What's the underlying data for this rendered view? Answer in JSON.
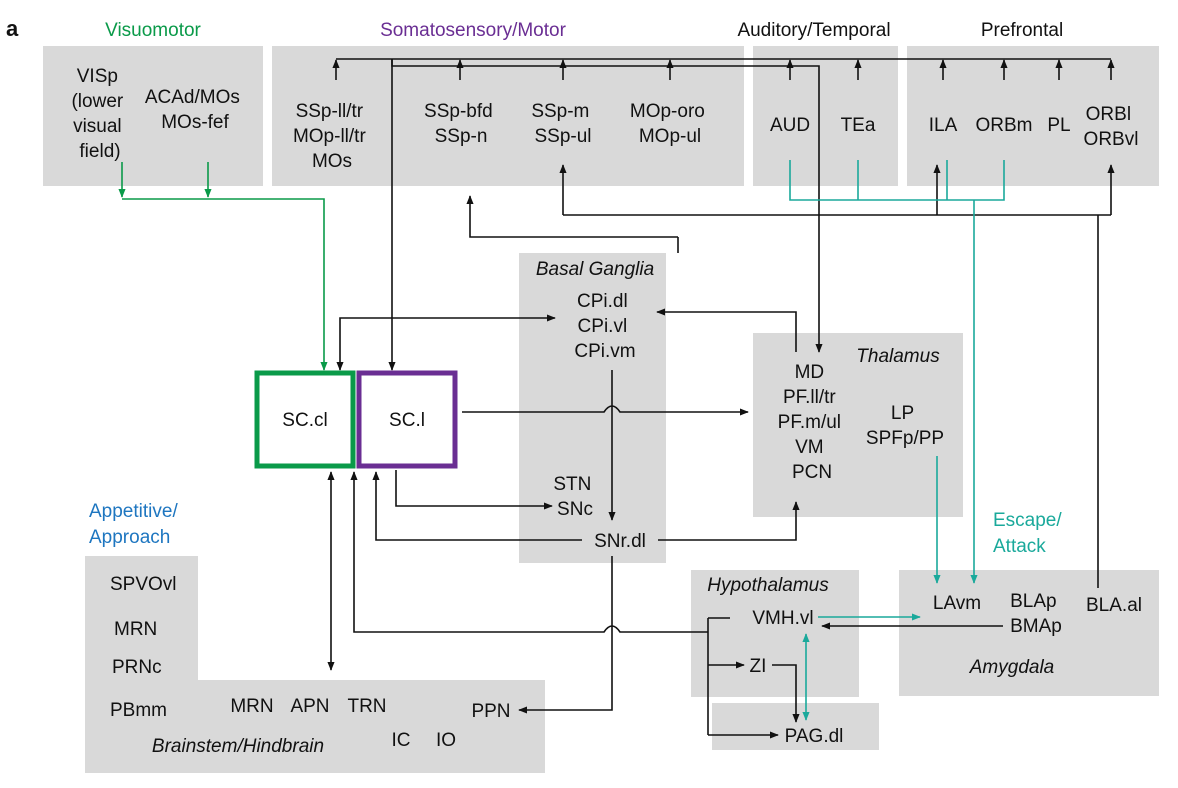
{
  "panel_letter": "a",
  "colors": {
    "panel": "#d9d9d9",
    "black": "#111111",
    "green": "#0a9a49",
    "purple": "#6a2e93",
    "teal": "#1aa99b",
    "blue": "#1e76c0"
  },
  "headers": {
    "visuomotor": "Visuomotor",
    "somatosensory_motor": "Somatosensory/Motor",
    "auditory_temporal": "Auditory/Temporal",
    "prefrontal": "Prefrontal",
    "appetitive": [
      "Appetitive/",
      "Approach"
    ],
    "escape": [
      "Escape/",
      "Attack"
    ]
  },
  "panels": {
    "basal_ganglia": "Basal Ganglia",
    "thalamus": "Thalamus",
    "hypothalamus": "Hypothalamus",
    "amygdala": "Amygdala",
    "brainstem": "Brainstem/Hindbrain"
  },
  "regions": {
    "visp": [
      "VISp",
      "(lower",
      "visual",
      "field)"
    ],
    "acad": [
      "ACAd/MOs",
      "MOs-fef"
    ],
    "ssp_ll": [
      "SSp-ll/tr",
      "MOp-ll/tr",
      "MOs"
    ],
    "ssp_bfd": [
      "SSp-bfd",
      "SSp-n"
    ],
    "ssp_m": [
      "SSp-m",
      "SSp-ul"
    ],
    "mop_oro": [
      "MOp-oro",
      "MOp-ul"
    ],
    "aud": "AUD",
    "tea": "TEa",
    "ila": "ILA",
    "orbm": "ORBm",
    "pl": "PL",
    "orbl": [
      "ORBl",
      "ORBvl"
    ],
    "cpi": [
      "CPi.dl",
      "CPi.vl",
      "CPi.vm"
    ],
    "stn": [
      "STN",
      "SNc"
    ],
    "snr": "SNr.dl",
    "thal": [
      "MD",
      "PF.ll/tr",
      "PF.m/ul",
      "VM",
      "PCN"
    ],
    "lp": [
      "LP",
      "SPFp/PP"
    ],
    "sccl": "SC.cl",
    "scl": "SC.l",
    "vmh": "VMH.vl",
    "zi": "ZI",
    "pag": "PAG.dl",
    "lavm": "LAvm",
    "blap": [
      "BLAp",
      "BMAp"
    ],
    "blaal": "BLA.al",
    "spvovl": "SPVOvl",
    "mrn1": "MRN",
    "prnc": "PRNc",
    "pbmm": "PBmm",
    "mrn2": "MRN",
    "apn": "APN",
    "trn": "TRN",
    "ic": "IC",
    "io": "IO",
    "ppn": "PPN"
  }
}
